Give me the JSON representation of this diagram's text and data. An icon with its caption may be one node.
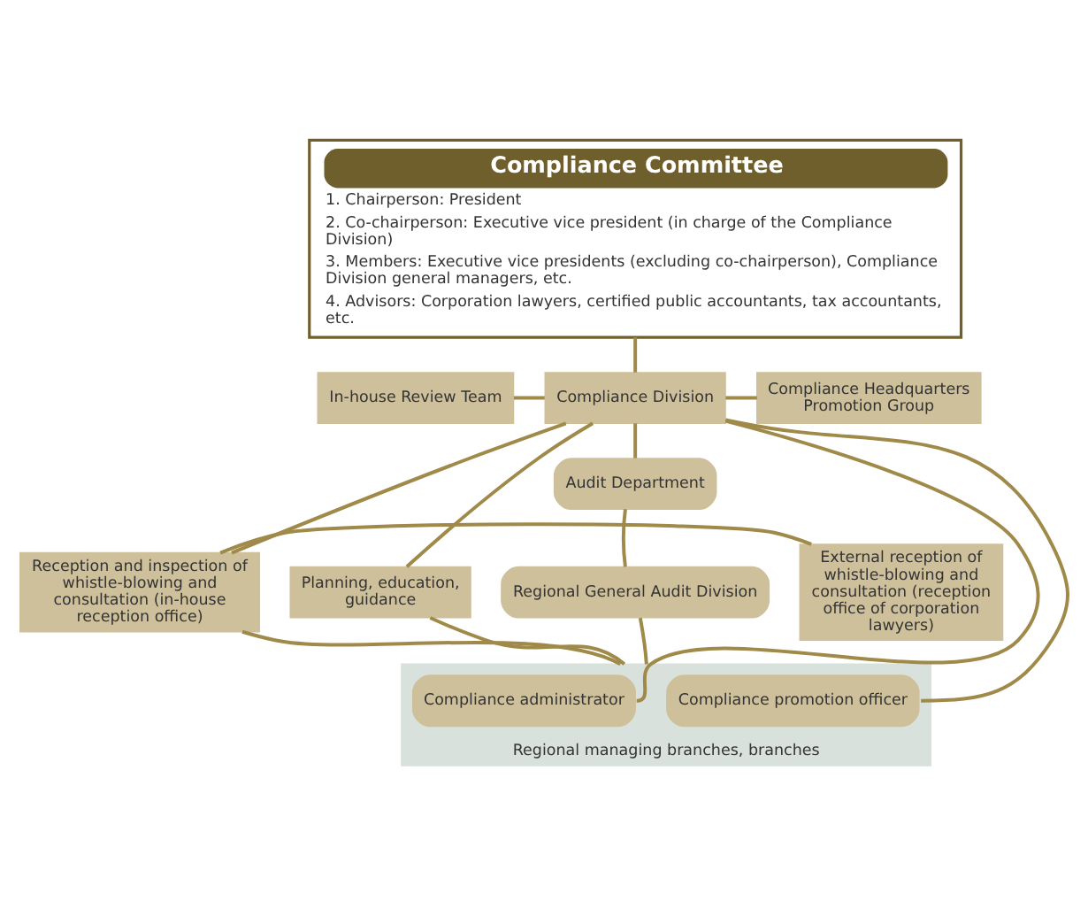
{
  "diagram": {
    "nodes": [
      {
        "text": [
          "Compliance Committee",
          "1. Chairperson: President",
          "2. Co-chairperson: Executive vice president (in charge of the Compliance Division)",
          "3. Members: Executive vice presidents (excluding co-chairperson), Compliance Division general managers, etc.",
          "4. Advisors: Corporation lawyers, certified public accountants, tax accountants, etc."
        ]
      },
      {
        "text": [
          "In-house Review Team"
        ]
      },
      {
        "text": [
          "Compliance Division"
        ]
      },
      {
        "text": [
          "Compliance Headquarters Promotion Group"
        ]
      },
      {
        "text": [
          "External reception of whistle-blowing and consultation (reception office of corporation lawyers)"
        ]
      },
      {
        "text": [
          "Reception and inspection of whistle-blowing and consultation (in-house reception office)"
        ]
      },
      {
        "text": [
          "Planning, education, guidance"
        ]
      },
      {
        "text": [
          "Audit Department"
        ]
      },
      {
        "text": [
          "Regional managing branches, branches"
        ]
      },
      {
        "text": [
          "Compliance administrator"
        ],
        "in": 8
      },
      {
        "text": [
          "Compliance promotion officer"
        ],
        "in": 8
      },
      {
        "text": [
          "Regional General Audit Division"
        ]
      }
    ],
    "edges": [
      {
        "from": 0,
        "to": 2,
        "arrow": "none"
      },
      {
        "from": 1,
        "to": 2,
        "arrow": "none"
      },
      {
        "from": 2,
        "to": 3,
        "arrow": "none"
      },
      {
        "from": 2,
        "to": 7,
        "arrow": "none"
      },
      {
        "from": 7,
        "to": 11,
        "arrow": "none"
      },
      {
        "from": 2,
        "to": 5,
        "arrow": "none"
      },
      {
        "from": 2,
        "to": 6,
        "arrow": "none"
      },
      {
        "from": 2,
        "to": 9,
        "arrow": "none"
      },
      {
        "from": 2,
        "to": 10,
        "arrow": "none"
      },
      {
        "from": 4,
        "to": 5,
        "arrow": "none"
      },
      {
        "from": 5,
        "to": 8,
        "arrow": "none"
      },
      {
        "from": 6,
        "to": 8,
        "arrow": "none"
      },
      {
        "from": 11,
        "to": 8,
        "arrow": "none"
      }
    ]
  }
}
